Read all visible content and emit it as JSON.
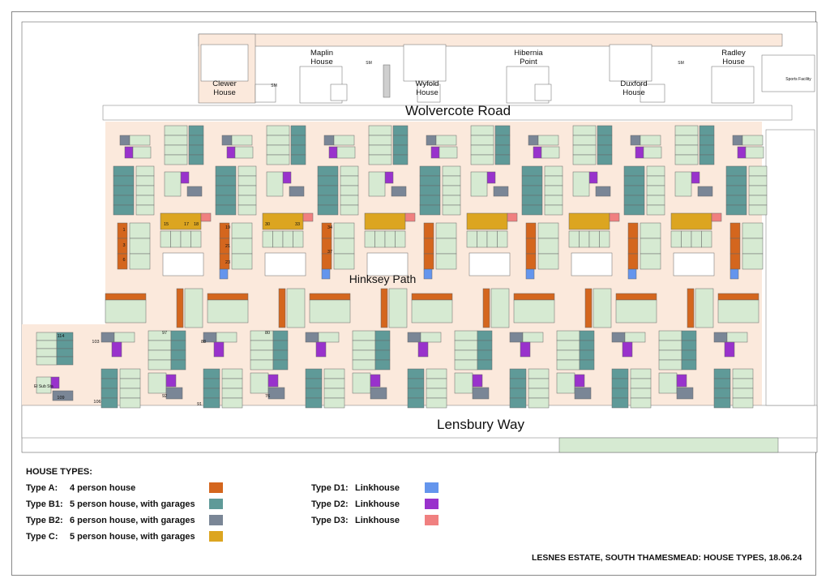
{
  "title": "LESNES ESTATE, SOUTH THAMESMEAD: HOUSE TYPES, 18.06.24",
  "roads": {
    "wolvercote": "Wolvercote Road",
    "hinksey": "Hinksey Path",
    "lensbury": "Lensbury Way"
  },
  "buildings": [
    {
      "name": "Clewer House"
    },
    {
      "name": "Maplin House"
    },
    {
      "name": "Wyfold House"
    },
    {
      "name": "Hibernia Point"
    },
    {
      "name": "Duxford House"
    },
    {
      "name": "Radley House"
    }
  ],
  "other_labels": {
    "sports": "Sports Facility",
    "sm": "SM",
    "substation": "El Sub Sta"
  },
  "house_numbers": [
    "1",
    "3",
    "6",
    "15",
    "17",
    "18",
    "19",
    "21",
    "23",
    "30",
    "33",
    "34",
    "37",
    "114",
    "103",
    "97",
    "88",
    "80",
    "109",
    "106",
    "92",
    "91",
    "76"
  ],
  "legend": {
    "heading": "HOUSE TYPES:",
    "items": [
      {
        "type": "Type A:",
        "desc": "4 person house",
        "color": "#d4661e"
      },
      {
        "type": "Type B1:",
        "desc": "5 person house, with garages",
        "color": "#5f9a98"
      },
      {
        "type": "Type B2:",
        "desc": "6 person house, with garages",
        "color": "#7a8696"
      },
      {
        "type": "Type C:",
        "desc": "5 person house, with garages",
        "color": "#dca520"
      },
      {
        "type": "Type D1:",
        "desc": "Linkhouse",
        "color": "#6495ed"
      },
      {
        "type": "Type D2:",
        "desc": "Linkhouse",
        "color": "#9932cc"
      },
      {
        "type": "Type D3:",
        "desc": "Linkhouse",
        "color": "#f08080"
      }
    ]
  },
  "colors": {
    "paving": "#fbe9dc",
    "garden": "#d6ead2",
    "road": "#ffffff"
  }
}
